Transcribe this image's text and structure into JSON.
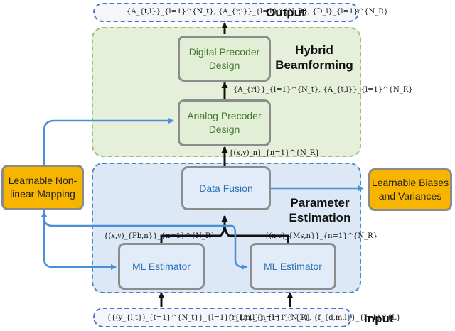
{
  "output": {
    "formula": "{A_{t,l}}_{l=1}^{N_t}, {A_{r,i}}_{l=1}^{N_R}, {D_l}_{l=1}^{N_R}",
    "label": "Output"
  },
  "hybrid": {
    "label": "Hybrid\nBeamforming"
  },
  "digital_precoder": {
    "label": "Digital Precoder\nDesign"
  },
  "analog_precoder": {
    "label": "Analog Precoder\nDesign"
  },
  "between_precoders": {
    "formula": "{A_{rl}}_{l=1}^{N_t}, {A_{t,l}}_{l=1}^{N_R}"
  },
  "fusion_output": {
    "formula": "{(x,v)_n}_{n=1}^{N_R}"
  },
  "data_fusion": {
    "label": "Data Fusion"
  },
  "parameter_estimation": {
    "label": "Parameter\nEstimation"
  },
  "learnable_mapping": {
    "label": "Learnable Non-\nlinear Mapping"
  },
  "learnable_biases": {
    "label": "Learnable Biases\nand Variances"
  },
  "ml_left": {
    "label": "ML Estimator",
    "formula": "{(x,v)_{Pb,n}}_{n=1}^{N_R}"
  },
  "ml_right": {
    "label": "ML Estimator",
    "formula": "{(x,v)_{Ms,n}}_{n=1}^{N_R}"
  },
  "input": {
    "formula_left": "{{(y_{l,t})_{t=1}^{N_t}}_{l=1}^{L}}_{n=1}^{N_R}",
    "formula_right": "{r_{m,l}}_{l=1}^{L}, {f_{d,m,l}}_{l=1}^{L}",
    "label": "Input"
  },
  "colors": {
    "arrow_blue": "#4a90d9",
    "arrow_black": "#111111",
    "side_block": "#f7b500"
  }
}
